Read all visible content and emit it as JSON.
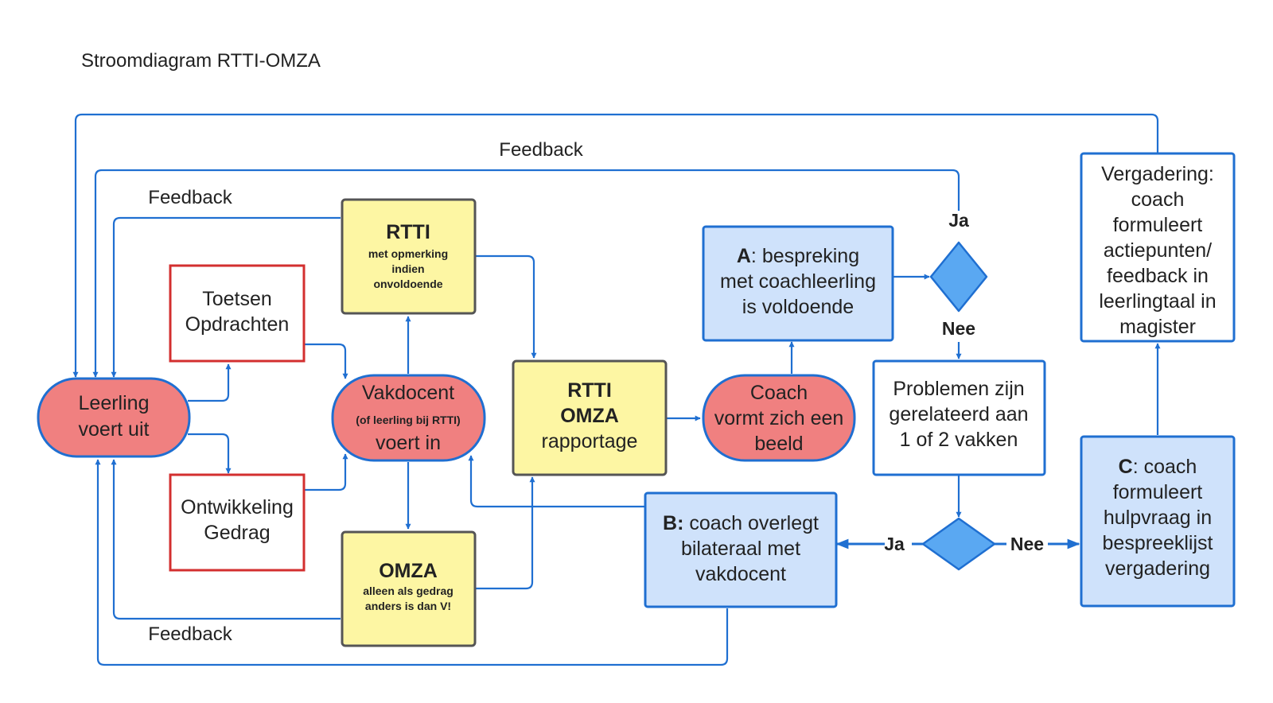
{
  "title": "Stroomdiagram RTTI-OMZA",
  "colors": {
    "edge": "#1f6fd1",
    "rounded_fill": "#f08080",
    "rounded_stroke": "#1f6fd1",
    "red_box_stroke": "#d32f2f",
    "yellow_fill": "#fdf6a3",
    "yellow_stroke": "#555555",
    "light_blue_fill": "#cfe2fb",
    "blue_stroke": "#1f6fd1",
    "diamond_fill": "#5aa8f2"
  },
  "nodes": {
    "leerling": {
      "lines": [
        "Leerling",
        "voert uit"
      ]
    },
    "toetsen": {
      "lines": [
        "Toetsen",
        "Opdrachten"
      ]
    },
    "ontwikkeling": {
      "lines": [
        "Ontwikkeling",
        "Gedrag"
      ]
    },
    "vakdocent": {
      "line1": "Vakdocent",
      "line2": "(of leerling bij RTTI)",
      "line3": "voert in"
    },
    "rtti": {
      "title": "RTTI",
      "sub": [
        "met opmerking",
        "indien",
        "onvoldoende"
      ]
    },
    "omza": {
      "title": "OMZA",
      "sub": [
        "alleen als gedrag",
        "anders is dan V!"
      ]
    },
    "rapportage": {
      "lines": [
        "RTTI",
        "OMZA",
        "rapportage"
      ]
    },
    "coach": {
      "lines": [
        "Coach",
        "vormt zich een",
        "beeld"
      ]
    },
    "a_box": {
      "bold": "A",
      "line1_rest": ": bespreking",
      "lines": [
        "met coachleerling",
        "is voldoende"
      ]
    },
    "problemen": {
      "lines": [
        "Problemen zijn",
        "gerelateerd aan",
        "1 of 2 vakken"
      ]
    },
    "b_box": {
      "bold": "B:",
      "line1_rest": " coach overlegt",
      "lines": [
        "bilateraal met",
        "vakdocent"
      ]
    },
    "c_box": {
      "bold": "C",
      "line1_rest": ": coach",
      "lines": [
        "formuleert",
        "hulpvraag in",
        "bespreeklijst",
        "vergadering"
      ]
    },
    "vergadering": {
      "lines": [
        "Vergadering:",
        "coach",
        "formuleert",
        "actiepunten/",
        "feedback in",
        "leerlingtaal in",
        "magister"
      ]
    }
  },
  "labels": {
    "feedback_top": "Feedback",
    "feedback_left": "Feedback",
    "feedback_bottom": "Feedback",
    "ja_top": "Ja",
    "nee_top": "Nee",
    "ja_bottom": "Ja",
    "nee_bottom": "Nee"
  }
}
